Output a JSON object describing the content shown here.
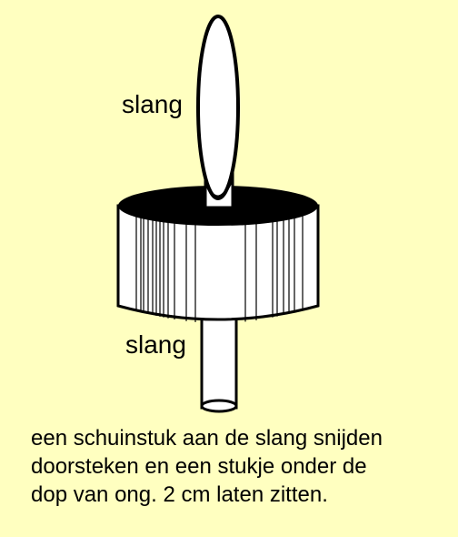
{
  "labels": {
    "top": "slang",
    "bottom": "slang"
  },
  "caption": {
    "lines": [
      "een schuinstuk aan de slang snijden",
      "doorsteken en een stukje onder de",
      "dop  van ong. 2 cm laten zitten."
    ]
  },
  "colors": {
    "background": "#ffffc0",
    "outline": "#000000",
    "fill": "#ffffff"
  }
}
